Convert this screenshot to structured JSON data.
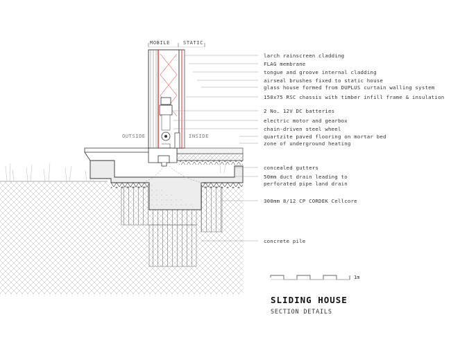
{
  "drawing": {
    "title": "SLIDING HOUSE",
    "subtitle": "SECTION DETAILS",
    "scale_label": "1m",
    "columns": {
      "left": "MOBILE",
      "right": "STATIC"
    },
    "sides": {
      "left": "OUTSIDE",
      "right": "INSIDE"
    },
    "annotations": [
      "larch rainscreen cladding",
      "FLAG membrane",
      "tongue and groove internal cladding",
      "airseal brushes fixed to static house",
      "glass house formed from DUPLUS curtain walling system",
      "150x75 RSC chassis with timber infill frame & insulation",
      "2 No. 12V DC batteries",
      "electric motor and gearbox",
      "chain-driven steel wheel",
      "quartzite paved flooring on mortar bed",
      "zone of underground heating",
      "concealed gutters",
      "50mm duct drain leading to",
      "perforated pipe land drain",
      "300mm 8/12 CP CORDEK Cellcore",
      "concrete pile"
    ]
  },
  "colors": {
    "line": "#333333",
    "hatch": "#888888",
    "accent_red": "#d42020",
    "leader": "#9a9a9a"
  }
}
